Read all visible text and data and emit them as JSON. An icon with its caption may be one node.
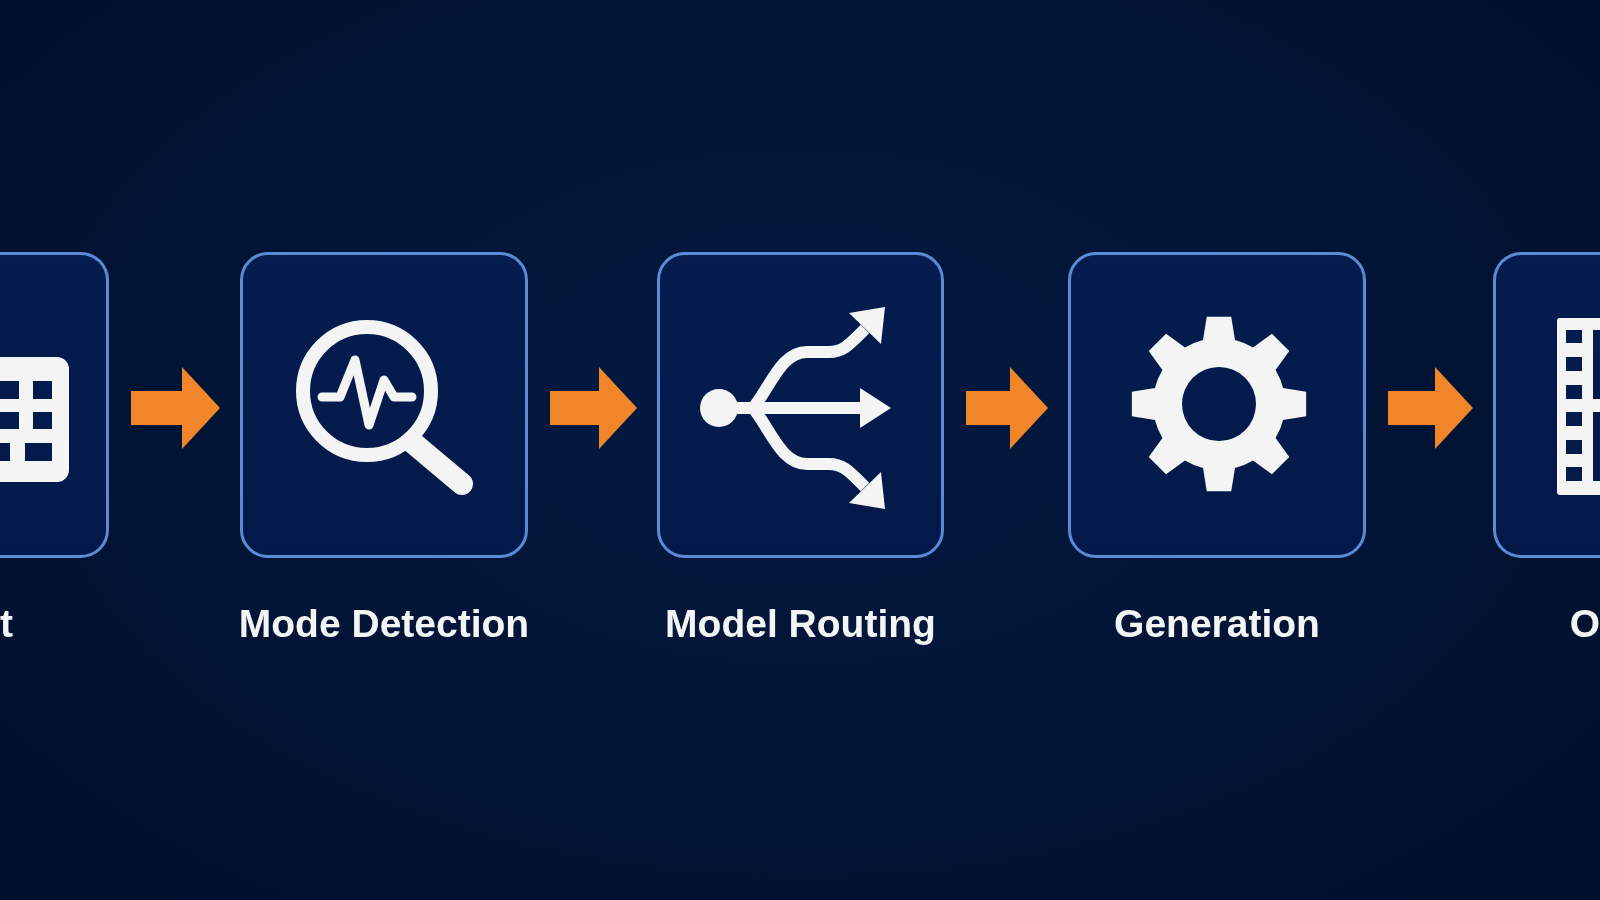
{
  "diagram": {
    "nodes": [
      {
        "text": [
          "t"
        ]
      },
      {
        "text": [
          "Mode Detection"
        ]
      },
      {
        "text": [
          "Model Routing"
        ]
      },
      {
        "text": [
          "Generation"
        ]
      },
      {
        "text": [
          "O"
        ]
      }
    ],
    "edges": [
      {
        "from": 0,
        "to": 1,
        "arrow": "to"
      },
      {
        "from": 1,
        "to": 2,
        "arrow": "to"
      },
      {
        "from": 2,
        "to": 3,
        "arrow": "to"
      },
      {
        "from": 3,
        "to": 4,
        "arrow": "to"
      }
    ]
  }
}
